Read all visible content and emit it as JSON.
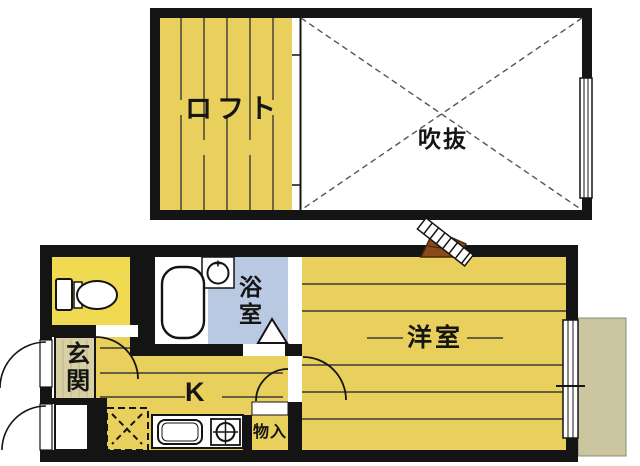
{
  "plan": {
    "upper": {
      "loft_label": "ロフト",
      "void_label": "吹抜"
    },
    "lower": {
      "entrance_label": "玄関",
      "bath_label": "浴室",
      "kitchen_label": "K",
      "western_room_label": "洋室",
      "closet_label": "物入"
    }
  },
  "colors": {
    "wall": "#141414",
    "floor": "#e9cf5b",
    "toilet_floor": "#f0da52",
    "bath": "#b9c9e1",
    "entrance": "#d8d0a4",
    "balcony": "#cbc5a0",
    "ladder": "#8b4a1a"
  }
}
